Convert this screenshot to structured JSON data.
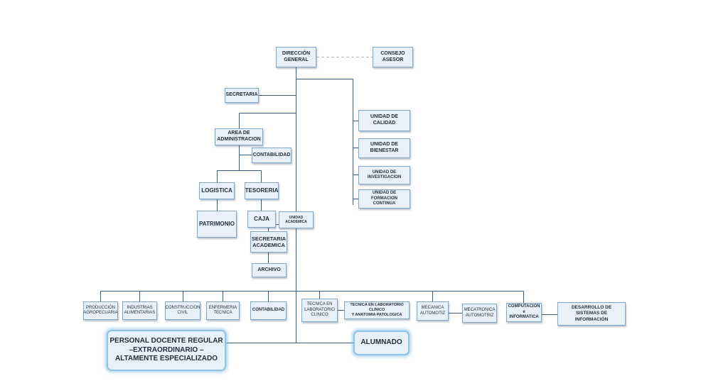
{
  "nodes": {
    "direccion": "DIRECCIÓN\nGENERAL",
    "consejo": "CONSEJO\nASESOR",
    "secretaria": "SECRETARIA",
    "area_admin": "AREA DE\nADMINISTRACION",
    "contabilidad_admin": "CONTABILIDAD",
    "logistica": "LOGISTICA",
    "tesoreria": "TESORERIA",
    "patrimonio": "PATRIMONIO",
    "caja": "CAJA",
    "unidad_academica": "UNIDAD ACADEMICA",
    "secretaria_academica": "SECRETARIA\nACADEMICA",
    "archivo": "ARCHIVO",
    "unidad_calidad": "UNIDAD DE CALIDAD",
    "unidad_bienestar": "UNIDAD DE BIENESTAR",
    "unidad_investigacion": "UNIDAD DE\nINVESTIGACION",
    "unidad_formacion": "UNIDAD DE FORMACION\nCONTINUA",
    "produccion": "PRODUCCIÓN\nAGROPECUARIA",
    "industrias": "INDUSTRIAS\nALIMENTARIAS",
    "construccion": "CONSTRUCCION\nCIVIL",
    "enfermeria": "ENFERMERIA\nTECNICA",
    "contabilidad_prog": "CONTABILIDAD",
    "tecnica_lab": "TECNICA EN\nLABORATORIO\nCLINICO",
    "tecnica_lab_pat": "TECNICA EN LABORATORIO CLINICO\nY ANATOMIA PATOLOGICA",
    "mecanica": "MECANICA\nAUTOMOTIZ",
    "mecatronica": "MECATRONICA\nAUTOMOTRIZ",
    "computacion": "COMPUTACION\ne INFORMATICA",
    "desarrollo": "DESARROLLO DE SISTEMAS DE\nINFORMACIÓN",
    "personal_docente": "PERSONAL DOCENTE REGULAR\n–EXTRAORDINARIO –\nALTAMENTE ESPECIALIZADO",
    "alumnado": "ALUMNADO"
  },
  "colors": {
    "box_fill": "#e8f1f9",
    "box_border": "#7fa8cc",
    "line": "#2f4f6f",
    "dashed_line": "#8aa0b0",
    "glow_border": "#8fc4e4"
  }
}
